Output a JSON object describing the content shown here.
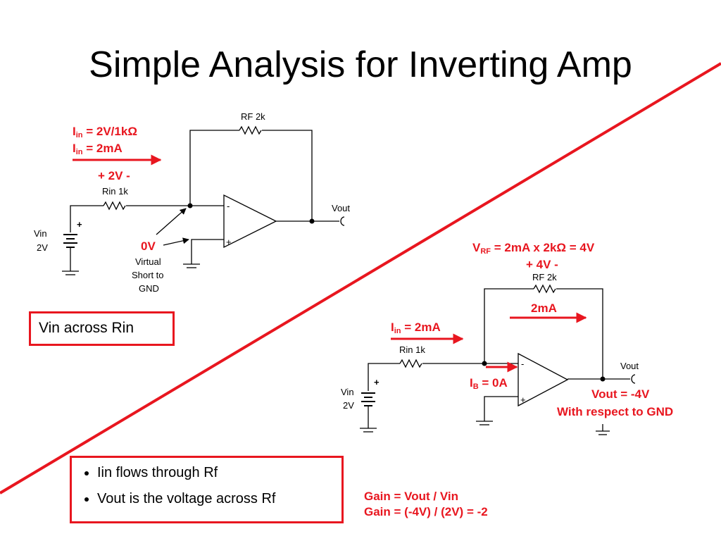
{
  "title": "Simple Analysis for Inverting Amp",
  "colors": {
    "accent": "#e8161f",
    "wire": "#000000"
  },
  "circuit1": {
    "rf_label": "RF 2k",
    "rin_label": "Rin 1k",
    "vout_label": "Vout",
    "vin_label": "Vin",
    "vin_value": "2V",
    "minus": "-",
    "plus": "+",
    "battery_plus": "+",
    "iin_eq1_prefix": "I",
    "iin_eq1_sub": "in",
    "iin_eq1_rest": " = 2V/1kΩ",
    "iin_eq2_prefix": "I",
    "iin_eq2_sub": "in",
    "iin_eq2_rest": " = 2mA",
    "vrin": "+ 2V -",
    "zero_v": "0V",
    "virtual_line1": "Virtual",
    "virtual_line2": "Short to",
    "virtual_line3": "GND"
  },
  "circuit2": {
    "rf_label": "RF 2k",
    "rin_label": "Rin 1k",
    "vout_label": "Vout",
    "vin_label": "Vin",
    "vin_value": "2V",
    "minus": "-",
    "plus": "+",
    "battery_plus": "+",
    "vrf_prefix": "V",
    "vrf_sub": "RF",
    "vrf_rest": " = 2mA x 2kΩ = 4V",
    "vrf_polarity": "+ 4V -",
    "rf_current": "2mA",
    "iin_prefix": "I",
    "iin_sub": "in",
    "iin_rest": " = 2mA",
    "ib_prefix": "I",
    "ib_sub": "B",
    "ib_rest": " = 0A",
    "vout_eq": "Vout = -4V",
    "vout_ref": "With respect to GND"
  },
  "box1": {
    "text": "Vin across Rin"
  },
  "box2": {
    "bullets": [
      "Iin flows through Rf",
      "Vout is the voltage across Rf"
    ]
  },
  "gain": {
    "line1": "Gain = Vout / Vin",
    "line2": "Gain = (-4V) / (2V) = -2"
  }
}
